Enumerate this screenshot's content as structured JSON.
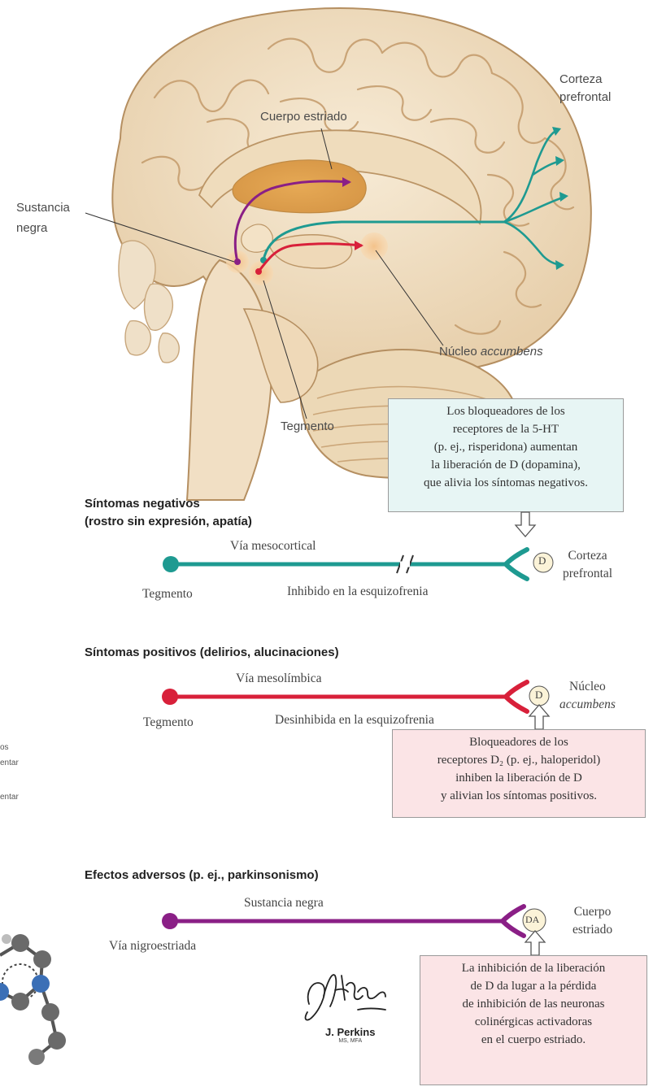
{
  "brain": {
    "label_corteza": "Corteza",
    "label_prefrontal": "prefrontal",
    "label_cuerpo_estriado": "Cuerpo estriado",
    "label_sustancia": "Sustancia",
    "label_negra": "negra",
    "label_nucleo": "Núcleo ",
    "label_accumbens": "accumbens",
    "label_tegmento": "Tegmento"
  },
  "teal_box_lines": [
    "Los bloqueadores de los",
    "receptores de la 5-HT",
    "(p. ej., risperidona) aumentan",
    "la liberación de D (dopamina),",
    "que alivia los síntomas negativos."
  ],
  "negative": {
    "title_line1": "Síntomas negativos",
    "title_line2": "(rostro sin expresión, apatía)",
    "pathway": "Vía mesocortical",
    "start_label": "Tegmento",
    "note": "Inhibido en la esquizofrenia",
    "terminal": "D",
    "target_line1": "Corteza",
    "target_line2": "prefrontal",
    "color": "#1e9a91"
  },
  "positive": {
    "title": "Síntomas positivos (delirios, alucinaciones)",
    "pathway": "Vía mesolímbica",
    "start_label": "Tegmento",
    "note": "Desinhibida en la esquizofrenia",
    "terminal": "D",
    "target_line1": "Núcleo",
    "target_line2": "accumbens",
    "color": "#d8203a"
  },
  "pink_box1_lines": [
    "Bloqueadores de los",
    "receptores D₂ (p. ej., haloperidol)",
    "inhiben la liberación de D",
    "y alivian los síntomas positivos."
  ],
  "adverse": {
    "title": "Efectos adversos (p. ej., parkinsonismo)",
    "pathway": "Sustancia negra",
    "start_label": "Vía nigroestriada",
    "terminal": "DA",
    "target_line1": "Cuerpo",
    "target_line2": "estriado",
    "color": "#8a1f86"
  },
  "pink_box2_lines": [
    "La inhibición de la liberación",
    "de D da lugar a la pérdida",
    "de inhibición de las neuronas",
    "colinérgicas activadoras",
    "en el cuerpo estriado."
  ],
  "credit": {
    "name": "J. Perkins",
    "degree": "MS, MFA"
  },
  "cropped_left": {
    "line1": "os",
    "line2": "entar",
    "line3": "entar"
  }
}
